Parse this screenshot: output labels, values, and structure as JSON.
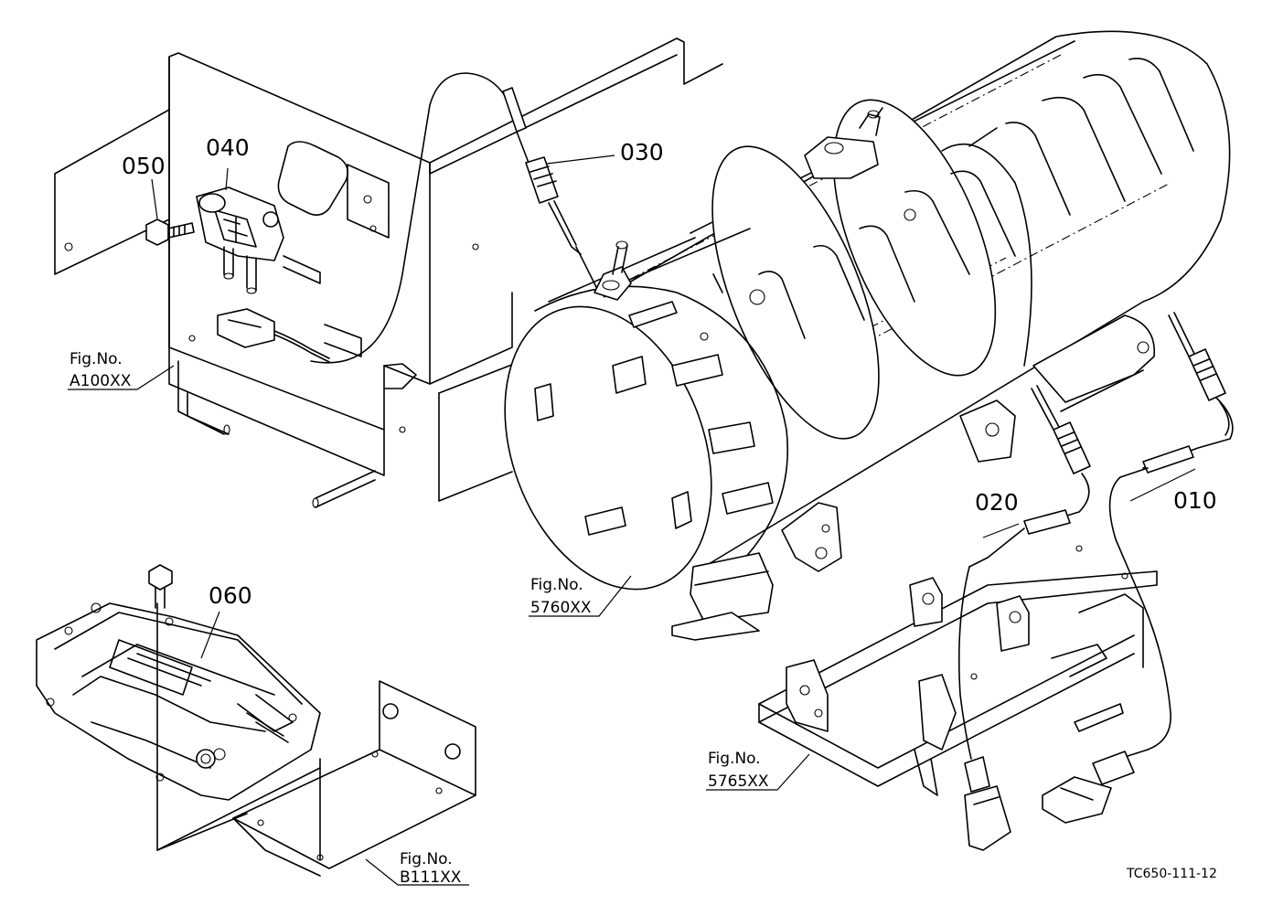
{
  "parts": [
    {
      "id": "p010",
      "number": "010"
    },
    {
      "id": "p020",
      "number": "020"
    },
    {
      "id": "p030",
      "number": "030"
    },
    {
      "id": "p040",
      "number": "040"
    },
    {
      "id": "p050",
      "number": "050"
    },
    {
      "id": "p060",
      "number": "060"
    }
  ],
  "figure_refs": [
    {
      "id": "a100",
      "prefix": "Fig.No.",
      "code": "A100XX"
    },
    {
      "id": "f5760",
      "prefix": "Fig.No.",
      "code": "5760XX"
    },
    {
      "id": "f5765",
      "prefix": "Fig.No.",
      "code": "5765XX"
    },
    {
      "id": "b111",
      "prefix": "Fig.No.",
      "code": "B111XX"
    }
  ],
  "drawing_code": "TC650-111-12"
}
